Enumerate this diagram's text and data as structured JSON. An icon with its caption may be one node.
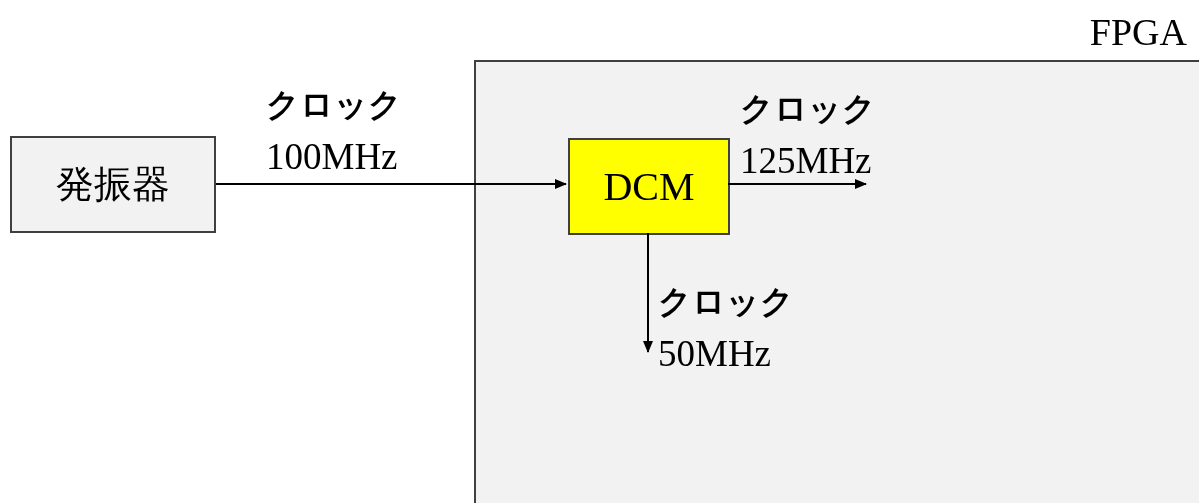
{
  "diagram": {
    "nodes": [
      {
        "text": [
          "FPGA"
        ]
      },
      {
        "text": [
          "発振器"
        ]
      },
      {
        "text": [
          "DCM"
        ],
        "in": 0
      }
    ],
    "edges": [
      {
        "from": 1,
        "to": 2,
        "arrow": "to",
        "label": "**クロック** 100MHz"
      },
      {
        "from": 2,
        "to": null,
        "arrow": "to",
        "label": "**クロック** 125MHz"
      },
      {
        "from": 2,
        "to": null,
        "arrow": "to",
        "label": "**クロック** 50MHz"
      }
    ]
  }
}
